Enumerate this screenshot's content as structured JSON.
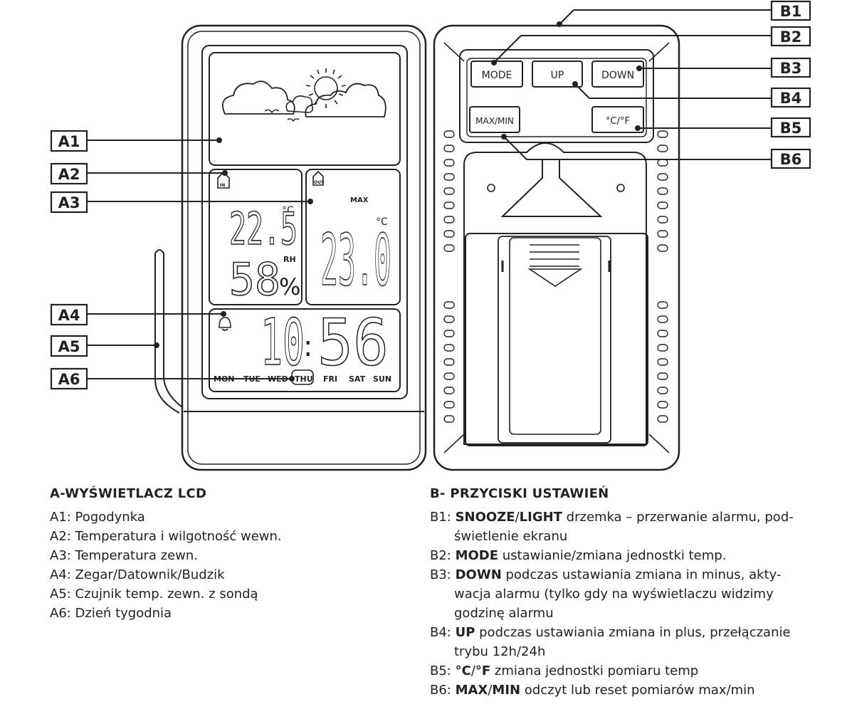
{
  "labels": {
    "a1": "A1",
    "a2": "A2",
    "a3": "A3",
    "a4": "A4",
    "a5": "A5",
    "a6": "A6",
    "b1": "B1",
    "b2": "B2",
    "b3": "B3",
    "b4": "B4",
    "b5": "B5",
    "b6": "B6"
  },
  "display": {
    "indoor_icon": "IN",
    "outdoor_icon": "OUT",
    "max_label": "MAX",
    "indoor_temp": "22.5",
    "indoor_humidity": "58",
    "percent": "%",
    "rh_label": "RH",
    "celsius": "°C",
    "outdoor_temp": "23.0",
    "time_hours": "10",
    "time_colon": ":",
    "time_minutes": "56",
    "days": [
      "MON",
      "TUE",
      "WED",
      "THU",
      "FRI",
      "SAT",
      "SUN"
    ]
  },
  "buttons": {
    "mode": "MODE",
    "up": "UP",
    "down": "DOWN",
    "maxmin": "MAX/MIN",
    "cf": "°C/°F"
  },
  "legend_a": {
    "title": "A-WYŚWIETLACZ LCD",
    "items": [
      "A1: Pogodynka",
      "A2: Temperatura i wilgotność wewn.",
      "A3: Temperatura zewn.",
      "A4: Zegar/Datownik/Budzik",
      "A5: Czujnik temp. zewn. z sondą",
      "A6: Dzień tygodnia"
    ]
  },
  "legend_b": {
    "title": "B- PRZYCISKI USTAWIEŃ",
    "items": [
      {
        "prefix": "B1: ",
        "bold": "SNOOZE",
        "sep": "/",
        "bold2": "LIGHT",
        "text": " drzemka – przerwanie alarmu, pod-świetlenie ekranu"
      },
      {
        "prefix": "B2: ",
        "bold": "MODE",
        "sep": "",
        "bold2": "",
        "text": " ustawianie/zmiana jednostki temp."
      },
      {
        "prefix": "B3: ",
        "bold": "DOWN",
        "sep": "",
        "bold2": "",
        "text": " podczas ustawiania zmiana in minus, akty-wacja alarmu (tylko gdy na wyświetlaczu widzimy godzinę alarmu"
      },
      {
        "prefix": "B4: ",
        "bold": "UP",
        "sep": "",
        "bold2": "",
        "text": " podczas ustawiania zmiana in plus, przełączanie trybu 12h/24h"
      },
      {
        "prefix": "B5: ",
        "bold": "°C",
        "sep": "/",
        "bold2": "°F",
        "text": " zmiana jednostki pomiaru temp"
      },
      {
        "prefix": "B6: ",
        "bold": "MAX",
        "sep": "/",
        "bold2": "MIN",
        "text": " odczyt lub reset pomiarów max/min"
      }
    ]
  }
}
